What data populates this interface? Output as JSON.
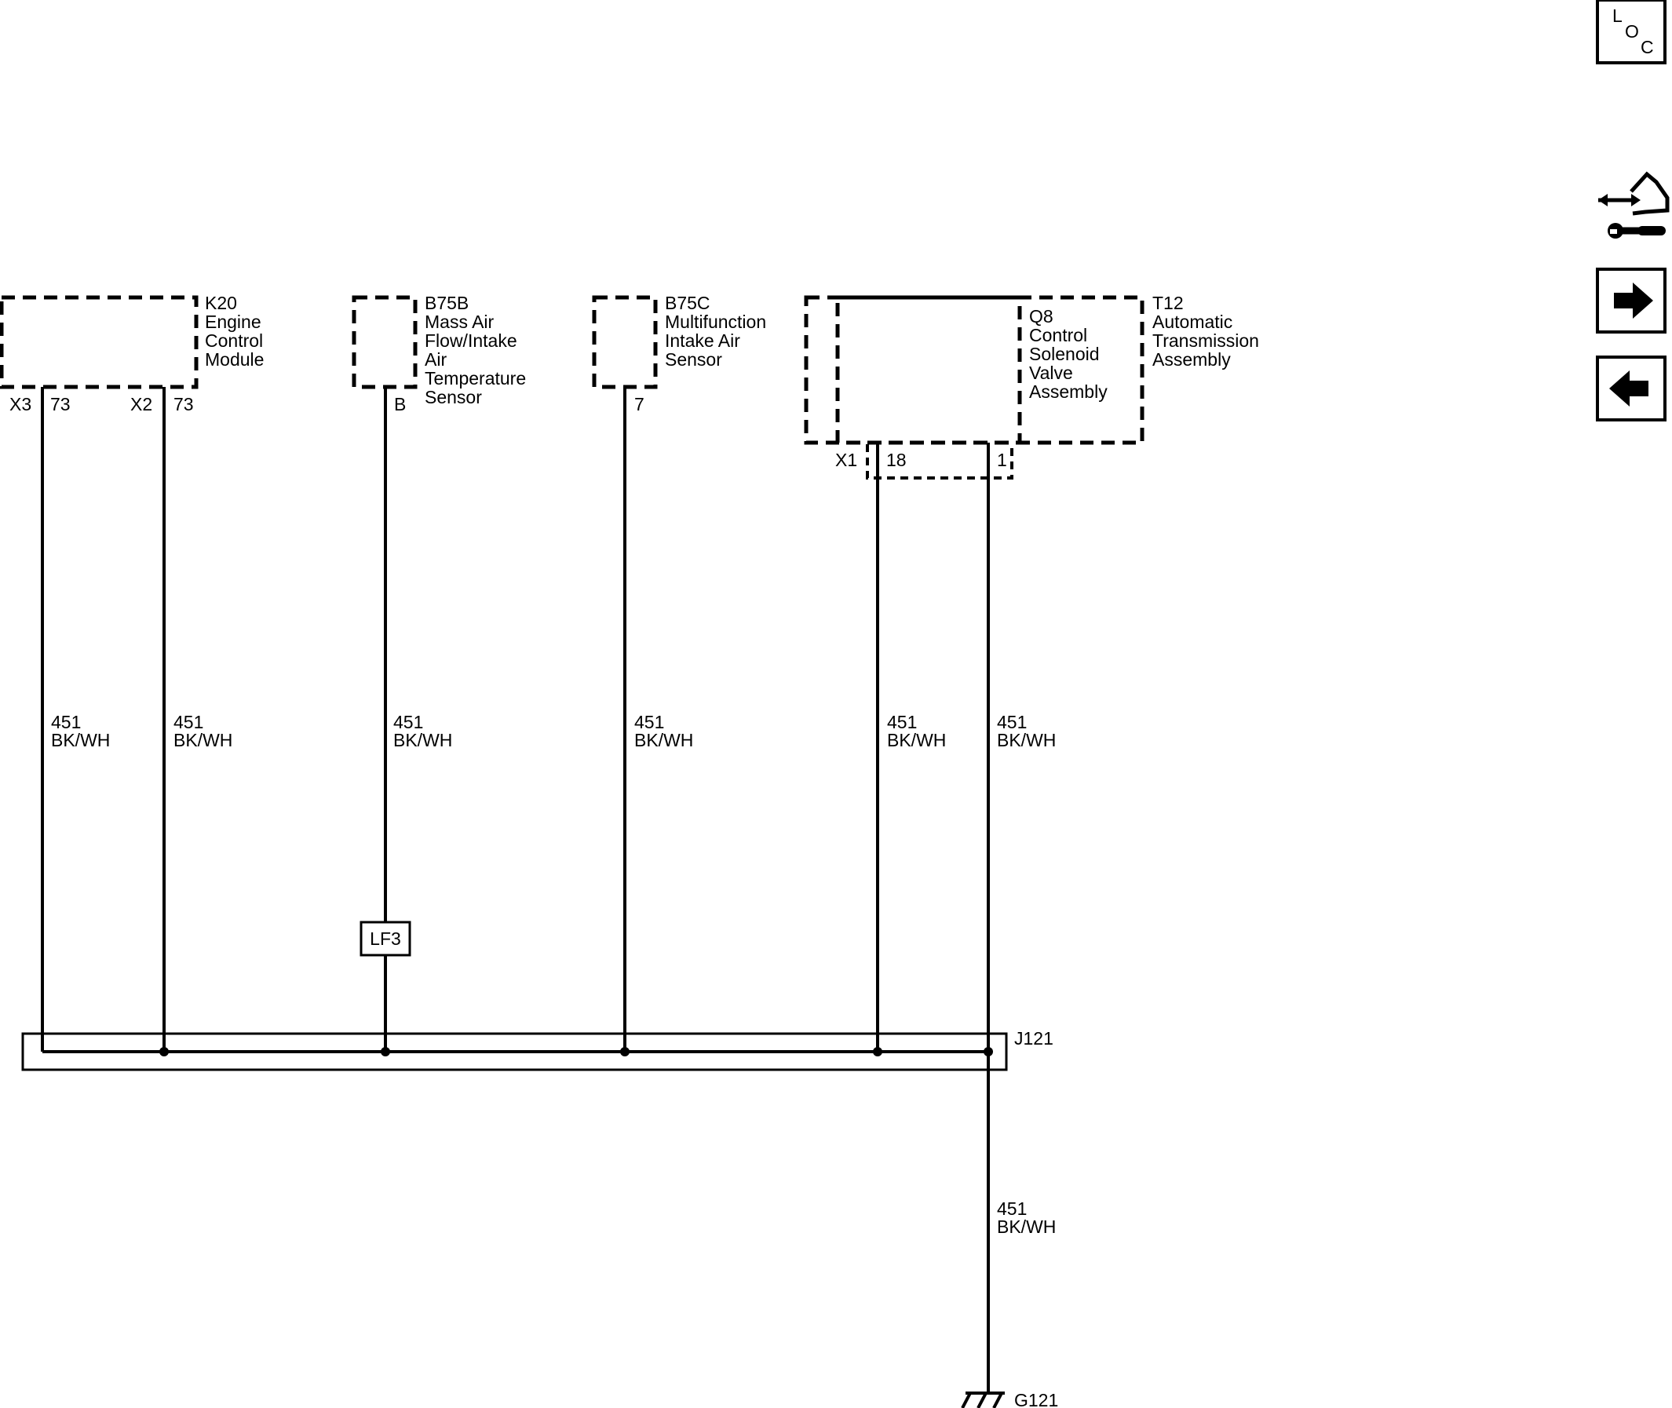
{
  "components": {
    "k20": {
      "id": "K20",
      "lines": [
        "Engine",
        "Control",
        "Module"
      ]
    },
    "b75b": {
      "id": "B75B",
      "lines": [
        "Mass Air",
        "Flow/Intake",
        "Air",
        "Temperature",
        "Sensor"
      ]
    },
    "b75c": {
      "id": "B75C",
      "lines": [
        "Multifunction",
        "Intake Air",
        "Sensor"
      ]
    },
    "q8": {
      "id": "Q8",
      "lines": [
        "Control",
        "Solenoid",
        "Valve",
        "Assembly"
      ]
    },
    "t12": {
      "id": "T12",
      "lines": [
        "Automatic",
        "Transmission",
        "Assembly"
      ]
    }
  },
  "pins": {
    "k20_x3_conn": "X3",
    "k20_x3_pin": "73",
    "k20_x2_conn": "X2",
    "k20_x2_pin": "73",
    "b75b_pin": "B",
    "b75c_pin": "7",
    "t12_x1_conn": "X1",
    "t12_x1_pin": "18",
    "t12_pin_1": "1"
  },
  "wires": [
    {
      "circuit": "451",
      "color": "BK/WH"
    },
    {
      "circuit": "451",
      "color": "BK/WH"
    },
    {
      "circuit": "451",
      "color": "BK/WH"
    },
    {
      "circuit": "451",
      "color": "BK/WH"
    },
    {
      "circuit": "451",
      "color": "BK/WH"
    },
    {
      "circuit": "451",
      "color": "BK/WH"
    },
    {
      "circuit": "451",
      "color": "BK/WH"
    }
  ],
  "inline_connector": "LF3",
  "splice": "J121",
  "ground": "G121",
  "side_nav": {
    "loc_letters": [
      "L",
      "O",
      "C"
    ],
    "items": [
      {
        "name": "loc-button",
        "icon": "loc-icon"
      },
      {
        "name": "component-view-button",
        "icon": "connector-wrench-icon"
      },
      {
        "name": "next-page-button",
        "icon": "arrow-right-icon"
      },
      {
        "name": "previous-page-button",
        "icon": "arrow-left-icon"
      }
    ]
  }
}
